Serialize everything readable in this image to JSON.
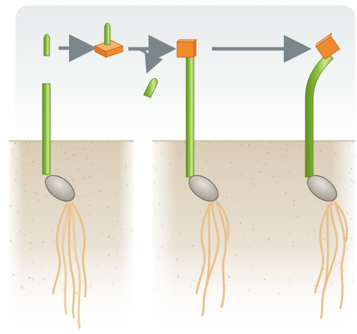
{
  "figure": {
    "colors": {
      "sky_top": "#e7eaeb",
      "sky_bottom": "#ffffff",
      "soil": "#d8c9b2",
      "soil_speckle": "#b7a68a",
      "coleoptile": "#8dc33f",
      "coleoptile_light": "#cfe59a",
      "coleoptile_dark": "#5f8f22",
      "seed": "#b7b2a9",
      "seed_light": "#e8e4dc",
      "root": "#e7c08b",
      "root_light": "#f5dfbe",
      "agar_block": "#f08a2c",
      "agar_block_light": "#f7b56a",
      "arrow": "#7b868c"
    },
    "panels": [
      {
        "id": "decapitated-seedling"
      },
      {
        "id": "replaced-tip-on-block"
      },
      {
        "id": "offset-block-bending"
      }
    ],
    "steps": [
      {
        "id": "remove-tip",
        "arrow": "gray-right"
      },
      {
        "id": "tip-on-agar-block",
        "arrow": "gray-right-with-discard-branch"
      },
      {
        "id": "block-offset",
        "arrow": "gray-right"
      }
    ]
  }
}
